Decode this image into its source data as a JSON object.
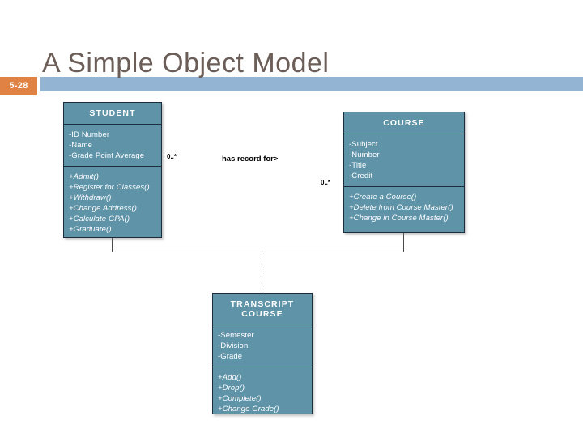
{
  "slide": {
    "title": "A Simple Object Model",
    "number": "5-28"
  },
  "colors": {
    "class_fill": "#5e93a8",
    "class_border": "#1b2d3a",
    "header_band": "#94b4d4",
    "badge": "#e08244",
    "title_text": "#6b5d57",
    "connector": "#4a4a4a"
  },
  "diagram": {
    "type": "uml-class-diagram",
    "classes": [
      {
        "name": "STUDENT",
        "attributes": [
          "-ID Number",
          "-Name",
          "-Grade Point Average"
        ],
        "operations": [
          "+Admit()",
          "+Register for Classes()",
          "+Withdraw()",
          "+Change Address()",
          "+Calculate GPA()",
          "+Graduate()"
        ]
      },
      {
        "name": "COURSE",
        "attributes": [
          "-Subject",
          "-Number",
          "-Title",
          "-Credit"
        ],
        "operations": [
          "+Create a Course()",
          "+Delete from Course Master()",
          "+Change in Course Master()"
        ]
      },
      {
        "name": "TRANSCRIPT COURSE",
        "attributes": [
          "-Semester",
          "-Division",
          "-Grade"
        ],
        "operations": [
          "+Add()",
          "+Drop()",
          "+Complete()",
          "+Change Grade()"
        ]
      }
    ],
    "association": {
      "label": "has record for>",
      "multiplicity_student_end": "0..*",
      "multiplicity_course_end": "0..*",
      "association_class": "TRANSCRIPT COURSE",
      "link_style": "dashed"
    }
  }
}
